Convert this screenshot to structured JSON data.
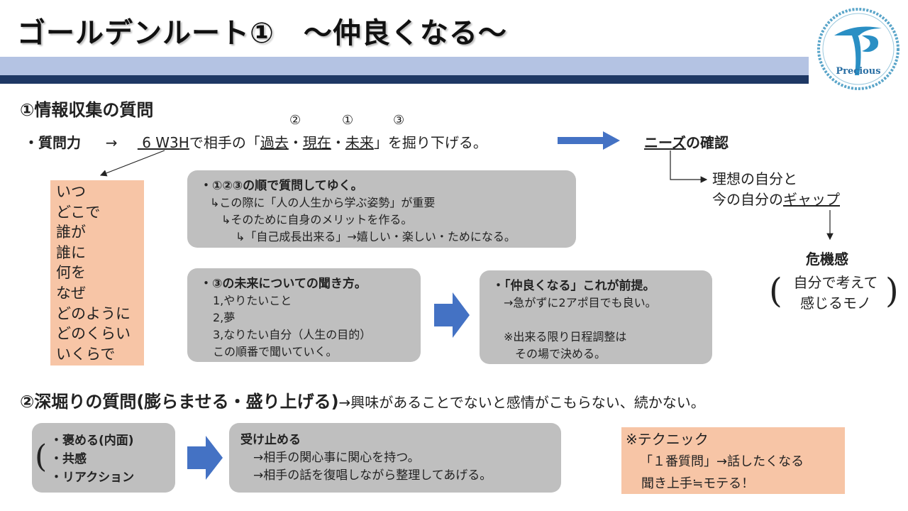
{
  "title": "ゴールデンルート①　～仲良くなる～",
  "logo": {
    "text": "Precious"
  },
  "section1": {
    "heading": "①情報収集の質問",
    "line": {
      "bullet": "・質問力",
      "arrow": "→",
      "term": " 6 W3H",
      "text1": "で相手の「",
      "past": "過去",
      "dot": "・",
      "present": "現在",
      "future": "未来",
      "text2": "」を掘り下げる。",
      "num_past": "②",
      "num_present": "①",
      "num_future": "③"
    },
    "needs": {
      "underlined": "ニーズ",
      "rest": "の確認"
    },
    "ideal": {
      "line1": "理想の自分と",
      "line2_prefix": "今の自分の",
      "gap": "ギャップ"
    },
    "crisis": {
      "label": "危機感",
      "line1": "自分で考えて",
      "line2": "感じるモノ"
    },
    "questions": [
      "いつ",
      "どこで",
      "誰が",
      "誰に",
      "何を",
      "なぜ",
      "どのように",
      "どのくらい",
      "いくらで"
    ],
    "order_box": {
      "heading": "・①②③の順で質問してゆく。",
      "lines": [
        "↳この際に「人の人生から学ぶ姿勢」が重要",
        "↳そのために自身のメリットを作る。",
        "↳「自己成長出来る」→嬉しい・楽しい・ためになる。"
      ]
    },
    "future_box": {
      "heading": "・③の未来についての聞き方。",
      "lines": [
        "1,やりたいこと",
        "2,夢",
        "3,なりたい自分（人生の目的）",
        "この順番で聞いていく。"
      ]
    },
    "friend_box": {
      "heading": "・「仲良くなる」これが前提。",
      "lines": [
        "→急がずに2アポ目でも良い。",
        "",
        "※出来る限り日程調整は",
        "その場で決める。"
      ]
    }
  },
  "section2": {
    "heading": "②深堀りの質問(膨らませる・盛り上げる)",
    "note": "→興味があることでないと感情がこもらない、続かない。",
    "reaction_box": {
      "items": [
        "・褒める(内面)",
        "・共感",
        "・リアクション"
      ]
    },
    "accept_box": {
      "heading": "受け止める",
      "lines": [
        "→相手の関心事に関心を持つ。",
        "→相手の話を復唱しながら整理してあげる。"
      ]
    },
    "technique_box": {
      "heading": "※テクニック",
      "lines": [
        "「１番質問」→話したくなる",
        "聞き上手≒モテる！"
      ]
    }
  },
  "colors": {
    "accent_blue": "#4472c4",
    "box_gray": "#bfbfbf",
    "box_orange": "#f7c5a6",
    "band_dark": "#1f3864",
    "band_light": "#b4c3e3"
  }
}
